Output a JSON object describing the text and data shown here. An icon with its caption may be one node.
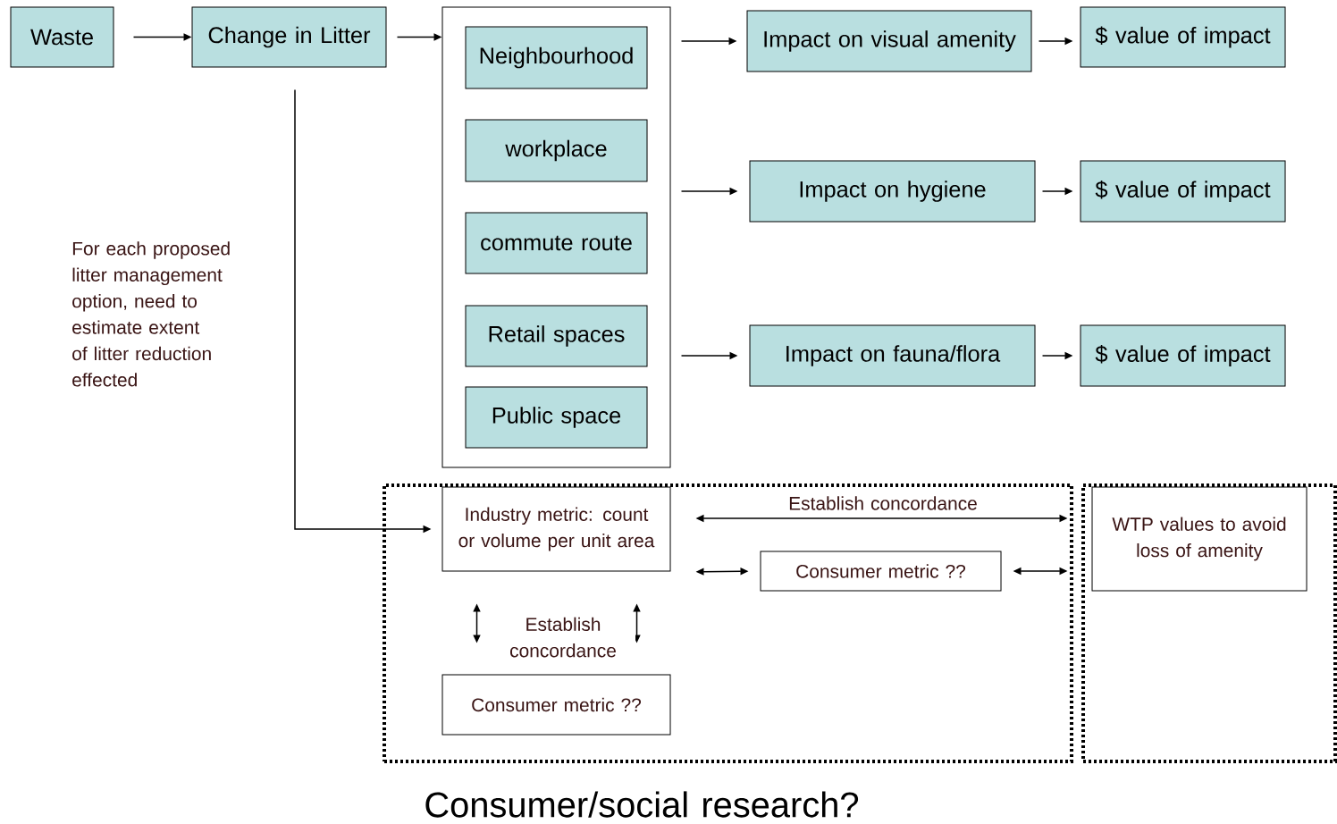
{
  "diagram": {
    "nodes": [
      {
        "text": [
          "Waste"
        ]
      },
      {
        "text": [
          "Change in Litter"
        ]
      },
      {
        "text": [],
        "shape": "box"
      },
      {
        "text": [
          "Neighbourhood"
        ],
        "in": 2
      },
      {
        "text": [
          "workplace"
        ],
        "in": 2
      },
      {
        "text": [
          "commute route"
        ],
        "in": 2
      },
      {
        "text": [
          "Retail spaces"
        ],
        "in": 2
      },
      {
        "text": [
          "Public space"
        ],
        "in": 2
      },
      {
        "text": [
          "Impact on visual amenity"
        ]
      },
      {
        "text": [
          "$ value of impact"
        ]
      },
      {
        "text": [
          "Impact on hygiene"
        ]
      },
      {
        "text": [
          "$ value of impact"
        ]
      },
      {
        "text": [
          "Impact on fauna/flora"
        ]
      },
      {
        "text": [
          "$ value of impact"
        ]
      },
      {
        "text": [],
        "shape": "box"
      },
      {
        "text": [
          "Industry metric: count or volume per unit area"
        ],
        "in": 14
      },
      {
        "text": [
          "Consumer metric ??"
        ],
        "in": 14
      },
      {
        "text": [
          "Consumer metric ??"
        ],
        "in": 14
      },
      {
        "text": [],
        "shape": "box"
      },
      {
        "text": [
          "WTP values to avoid loss of amenity"
        ],
        "in": 18
      }
    ],
    "edges": [
      {
        "from": 0,
        "to": 1,
        "arrow": "to"
      },
      {
        "from": 1,
        "to": 2,
        "arrow": "to"
      },
      {
        "from": 2,
        "to": 8,
        "arrow": "to"
      },
      {
        "from": 2,
        "to": 10,
        "arrow": "to"
      },
      {
        "from": 2,
        "to": 12,
        "arrow": "to"
      },
      {
        "from": 8,
        "to": 9,
        "arrow": "to"
      },
      {
        "from": 10,
        "to": 11,
        "arrow": "to"
      },
      {
        "from": 12,
        "to": 13,
        "arrow": "to"
      },
      {
        "from": 1,
        "to": 15,
        "arrow": "to"
      },
      {
        "from": 15,
        "to": 19,
        "arrow": "both",
        "label": "Establish concordance"
      },
      {
        "from": 15,
        "to": 16,
        "arrow": "both"
      },
      {
        "from": 16,
        "to": 19,
        "arrow": "both"
      },
      {
        "from": 15,
        "to": 17,
        "arrow": "both",
        "label": "Establish concordance"
      },
      {
        "from": 15,
        "to": 17,
        "arrow": "both"
      }
    ],
    "labels": [
      "For each proposed litter management option, need to estimate extent of litter reduction effected",
      "Consumer/social research?"
    ]
  }
}
